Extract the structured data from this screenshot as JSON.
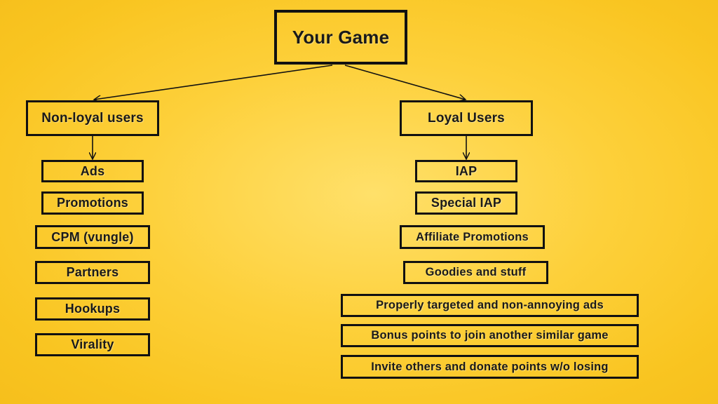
{
  "diagram": {
    "root": {
      "label": "Your Game"
    },
    "branches": [
      {
        "label": "Non-loyal users",
        "items": [
          "Ads",
          "Promotions",
          "CPM (vungle)",
          "Partners",
          "Hookups",
          "Virality"
        ]
      },
      {
        "label": "Loyal Users",
        "items": [
          "IAP",
          "Special IAP",
          "Affiliate Promotions",
          "Goodies and stuff",
          "Properly targeted and non-annoying ads",
          "Bonus points to join another similar game",
          "Invite others and donate points w/o losing"
        ]
      }
    ],
    "colors": {
      "background": "#fdd03a",
      "line": "#111111",
      "text": "#1a1a1a"
    }
  }
}
